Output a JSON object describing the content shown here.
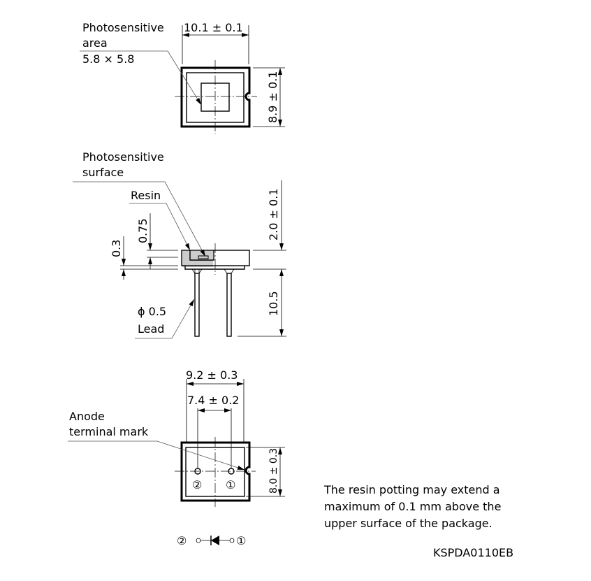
{
  "top_view": {
    "label_line1": "Photosensitive",
    "label_line2": "area",
    "label_size": "5.8 × 5.8",
    "width_dim": "10.1 ± 0.1",
    "height_dim": "8.9 ± 0.1"
  },
  "side_view": {
    "surface_line1": "Photosensitive",
    "surface_line2": "surface",
    "resin_label": "Resin",
    "dim_075": "0.75",
    "dim_03": "0.3",
    "height_dim": "2.0 ± 0.1",
    "lead_length_dim": "10.5",
    "lead_diameter": "ϕ 0.5",
    "lead_label": "Lead"
  },
  "bottom_view": {
    "anode_line1": "Anode",
    "anode_line2": "terminal mark",
    "width_dim": "9.2 ± 0.3",
    "pitch_dim": "7.4 ± 0.2",
    "height_dim": "8.0 ± 0.3",
    "pin2": "②",
    "pin1": "①"
  },
  "schematic": {
    "pin2": "②",
    "pin1": "①"
  },
  "note": {
    "line1": "The resin potting may extend a",
    "line2": "maximum of 0.1 mm above the",
    "line3": "upper surface of the package."
  },
  "drawing_code": "KSPDA0110EB"
}
